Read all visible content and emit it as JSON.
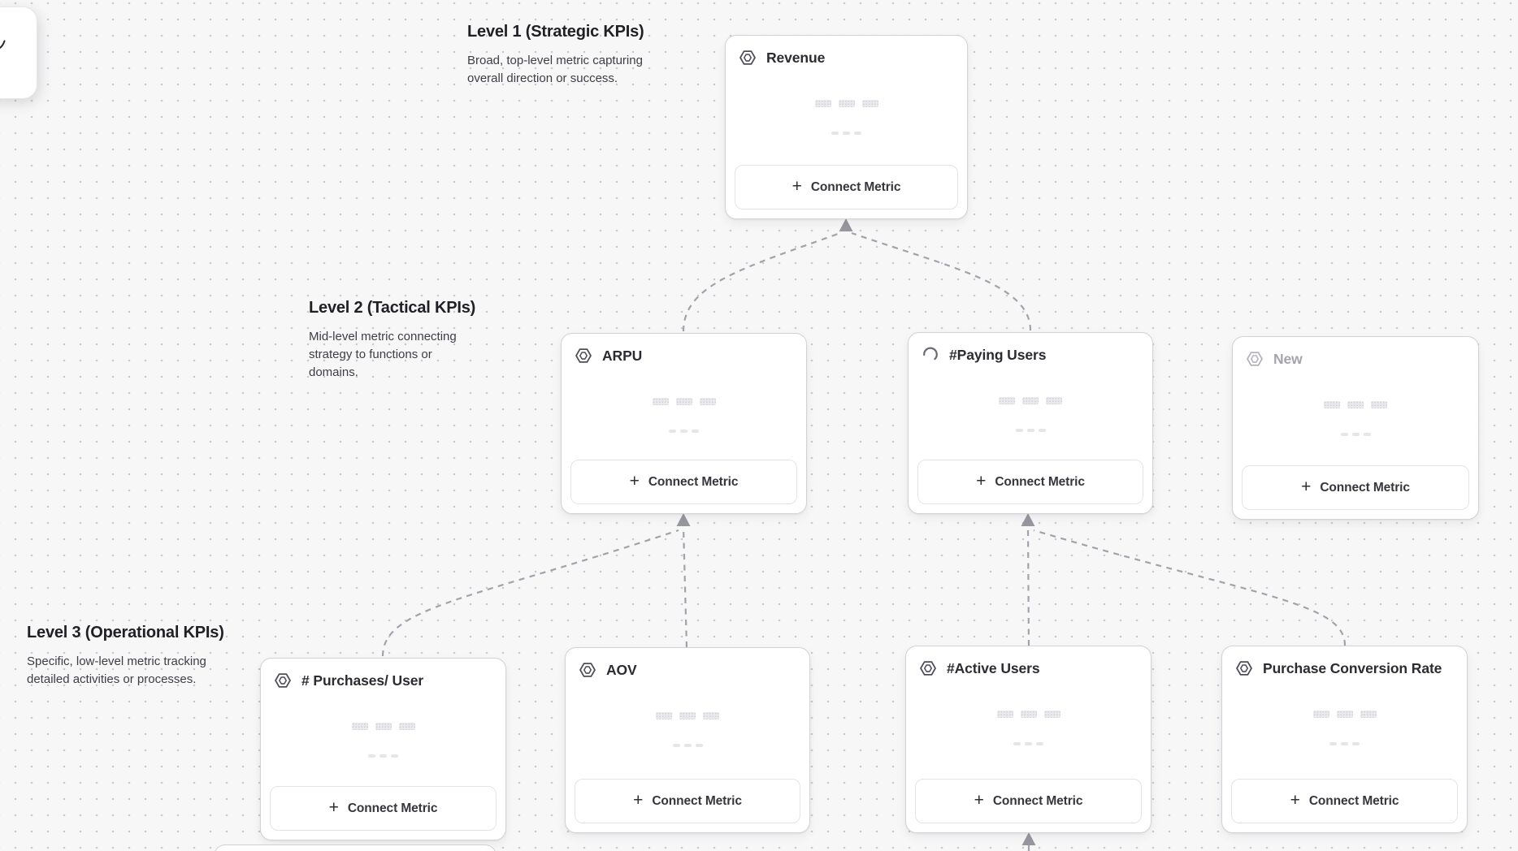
{
  "ui": {
    "connect_label": "Connect Metric",
    "plus": "+"
  },
  "levels": [
    {
      "title": "Level 1 (Strategic KPIs)",
      "description": "Broad, top-level metric capturing overall direction or success."
    },
    {
      "title": "Level 2 (Tactical KPIs)",
      "description": "Mid-level metric connecting strategy to functions or domains."
    },
    {
      "title": "Level 3 (Operational KPIs)",
      "description": "Specific, low-level metric tracking detailed activities or processes."
    }
  ],
  "cards": [
    {
      "id": "revenue",
      "title": "Revenue",
      "icon": "hexagon-icon",
      "level": 1
    },
    {
      "id": "arpu",
      "title": "ARPU",
      "icon": "hexagon-icon",
      "level": 2
    },
    {
      "id": "paying-users",
      "title": "#Paying Users",
      "icon": "spinner-icon",
      "level": 2
    },
    {
      "id": "new",
      "title": "New",
      "icon": "hexagon-icon",
      "level": 2,
      "state": "placeholder"
    },
    {
      "id": "purchases-per-user",
      "title": "# Purchases/ User",
      "icon": "hexagon-icon",
      "level": 3
    },
    {
      "id": "aov",
      "title": "AOV",
      "icon": "hexagon-icon",
      "level": 3
    },
    {
      "id": "active-users",
      "title": "#Active Users",
      "icon": "hexagon-icon",
      "level": 3
    },
    {
      "id": "purchase-conversion-rate",
      "title": "Purchase Conversion Rate",
      "icon": "hexagon-icon",
      "level": 3
    }
  ],
  "edges": [
    {
      "from": "arpu",
      "to": "revenue"
    },
    {
      "from": "paying-users",
      "to": "revenue"
    },
    {
      "from": "purchases-per-user",
      "to": "arpu"
    },
    {
      "from": "aov",
      "to": "arpu"
    },
    {
      "from": "active-users",
      "to": "paying-users"
    },
    {
      "from": "purchase-conversion-rate",
      "to": "paying-users"
    },
    {
      "from": "offscreen-bottom",
      "to": "active-users"
    }
  ],
  "colors": {
    "canvas_bg": "#f7f7f8",
    "grid_dot": "#c9c9ce",
    "card_border": "#d2d2d7",
    "connector": "#a2a2aa",
    "title_text": "#2b2b31",
    "muted_text": "#a4a4ac"
  }
}
